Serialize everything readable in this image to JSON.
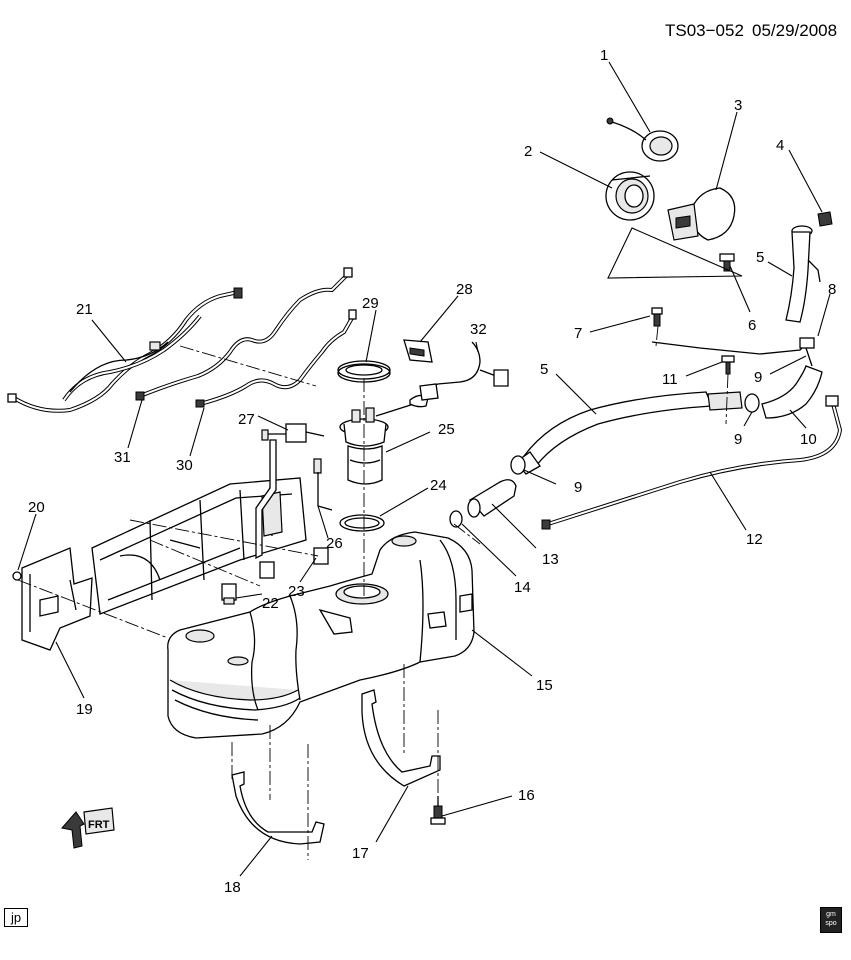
{
  "header": {
    "ref_code": "TS03−052",
    "date": "05/29/2008"
  },
  "footer": {
    "corner_tag": "jp",
    "logo_text": "gm spo"
  },
  "front_indicator": "FRT",
  "callouts": [
    "1",
    "2",
    "3",
    "4",
    "5",
    "6",
    "7",
    "8",
    "5",
    "9",
    "10",
    "11",
    "9",
    "12",
    "13",
    "9",
    "14",
    "15",
    "16",
    "17",
    "18",
    "19",
    "20",
    "21",
    "22",
    "23",
    "24",
    "25",
    "26",
    "27",
    "28",
    "29",
    "30",
    "31",
    "32"
  ]
}
